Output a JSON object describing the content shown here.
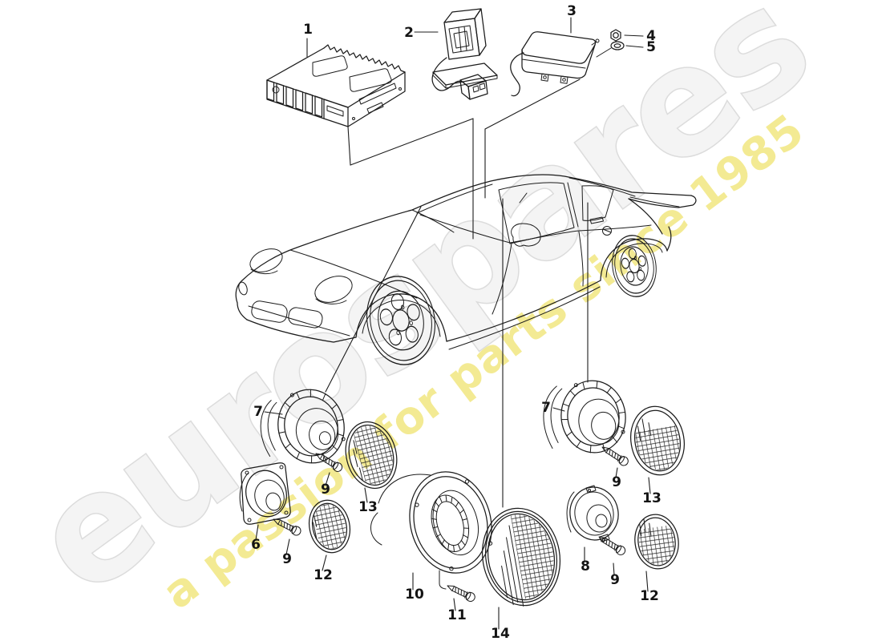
{
  "watermark": {
    "brand": "eurospares",
    "tagline": "a passion for parts since 1985",
    "brand_fill": "#f4f4f4",
    "brand_stroke": "#dcdcdc",
    "tagline_fill": "#f3ea93"
  },
  "diagram": {
    "ink": "#1c1c1c",
    "background": "#ffffff",
    "callouts": [
      {
        "part": "1"
      },
      {
        "part": "2"
      },
      {
        "part": "3"
      },
      {
        "part": "4"
      },
      {
        "part": "5"
      },
      {
        "part": "7"
      },
      {
        "part": "9"
      },
      {
        "part": "13"
      },
      {
        "part": "6"
      },
      {
        "part": "9"
      },
      {
        "part": "12"
      },
      {
        "part": "10"
      },
      {
        "part": "11"
      },
      {
        "part": "14"
      },
      {
        "part": "7"
      },
      {
        "part": "9"
      },
      {
        "part": "13"
      },
      {
        "part": "8"
      },
      {
        "part": "9"
      },
      {
        "part": "12"
      }
    ]
  }
}
